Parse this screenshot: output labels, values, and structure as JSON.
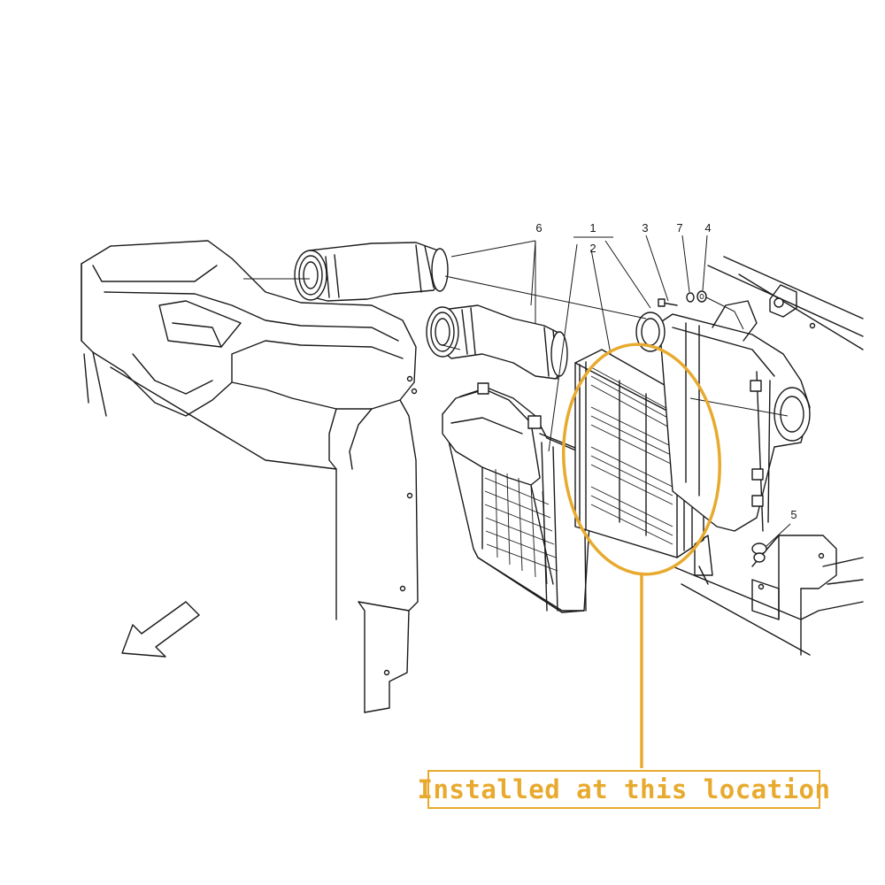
{
  "callout": {
    "label": "Installed at this location",
    "color": "#e8aa2e"
  },
  "part_numbers": {
    "p1": "1",
    "p2": "2",
    "p3": "3",
    "p4": "4",
    "p5": "5",
    "p6": "6",
    "p7": "7"
  },
  "icons": {
    "direction_arrow": "front-direction-arrow-icon"
  }
}
